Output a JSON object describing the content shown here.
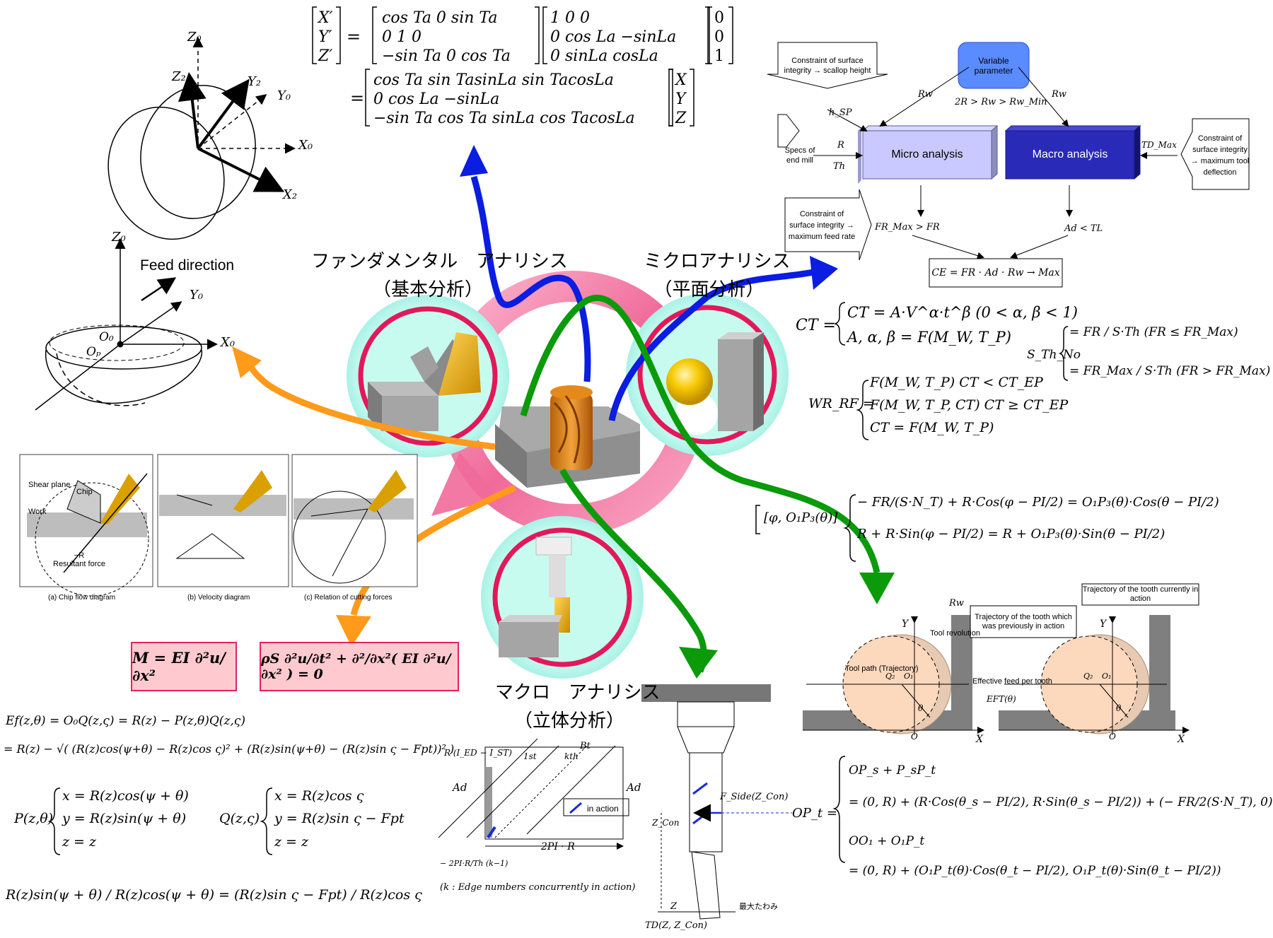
{
  "center": {
    "fundamental_title": "ファンダメンタル　アナリシス",
    "fundamental_sub": "（基本分析）",
    "micro_title": "ミクロアナリシス",
    "micro_sub": "（平面分析）",
    "macro_title": "マクロ　アナリシス",
    "macro_sub": "（立体分析）"
  },
  "coords": {
    "z0": "Z₀",
    "z2": "Z₂",
    "y2": "Y₂",
    "y0": "Y₀",
    "x0": "X₀",
    "x2": "X₂",
    "z0b": "Z₀",
    "y0b": "Y₀",
    "x0b": "X₀",
    "o0": "O₀",
    "op": "Oₚ",
    "feed": "Feed direction"
  },
  "matrix": {
    "lhs": "[X′ Y′ Z′]ᵀ =",
    "row1": "cos Ta   0   sin Ta",
    "row2": "0   1   0",
    "row3": "−sin Ta   0   cos Ta",
    "r2row1": "1   0   0",
    "r2row2": "0   cos La   −sinLa",
    "r2row3": "0   sinLa   cosLa",
    "vec": "0 0 1",
    "line2a": "cos Ta    sin TasinLa    sin TacosLa",
    "line2b": "0    cos La    −sinLa",
    "line2c": "−sin Ta    cos Ta sinLa    cos TacosLa",
    "vec2": "X Y Z"
  },
  "flow": {
    "constraint1": "Constraint of surface integrity → scallop height",
    "variable": "Variable parameter",
    "specs": "Specs of end mill",
    "micro": "Micro analysis",
    "macro": "Macro analysis",
    "constraint2": "Constraint of surface integrity → maximum feed rate",
    "constraint3": "Constraint of surface integrity → maximum tool deflection",
    "rw_left": "Rw",
    "rw_right": "Rw",
    "rw_cond": "2R > Rw > Rw_Min",
    "hsp": "h_SP",
    "r": "R",
    "th": "Th",
    "tdmax": "TD_Max",
    "fr": "FR_Max >  FR",
    "ad": "Ad  < TL",
    "ce": "CE = FR · Ad · Rw → Max"
  },
  "eqs": {
    "ct1": "CT = A·V^α·t^β   (0 < α, β < 1)",
    "ct2": "A, α, β = F(M_W, T_P)",
    "sth": "S_Th_No",
    "sth1": "= FR / S·Th   (FR ≤ FR_Max)",
    "sth2": "= FR_Max / S·Th   (FR > FR_Max)",
    "wr": "WR_RF =",
    "wr1": "F(M_W, T_P)        CT < CT_EP",
    "wr2": "F(M_W, T_P, CT)   CT ≥ CT_EP",
    "wr3": "CT = F(M_W, T_P)",
    "phi": "[φ, O₁P₃(θ)]",
    "phi1": "− FR/(S·N_T) + R·Cos(φ − PI/2) = O₁P₃(θ)·Cos(θ − PI/2)",
    "phi2": "R + R·Sin(φ − PI/2) = R + O₁P₃(θ)·Sin(θ − PI/2)"
  },
  "cut": {
    "shear": "Shear plane",
    "chip": "Chip",
    "work": "Work",
    "result": "−R\nResultant force",
    "cap_a": "(a) Chip flow diagram",
    "cap_b": "(b) Velocity diagram",
    "cap_c": "(c) Relation of cutting forces"
  },
  "formulas": {
    "m": "M = EI ∂²u/∂x²",
    "rho": "ρS ∂²u/∂t² + ∂²/∂x²( EI ∂²u/∂x² ) = 0"
  },
  "bottom_left": {
    "ef": "Ef(z,θ) = O₀Q(z,ς) = R(z) − P(z,θ)Q(z,ς)",
    "ef2": "= R(z) − √( (R(z)cos(ψ+θ) − R(z)cos ς)² + (R(z)sin(ψ+θ) − (R(z)sin ς − Fpt))² )",
    "p": "P(z,θ)",
    "p1": "x = R(z)cos(ψ + θ)",
    "p2": "y = R(z)sin(ψ + θ)",
    "p3": "z = z",
    "q": "Q(z,ς)",
    "q1": "x = R(z)cos ς",
    "q2": "y = R(z)sin ς − Fpt",
    "q3": "z = z",
    "last": "R(z)sin(ψ + θ) / R(z)cos(ψ + θ) = (R(z)sin ς − Fpt) / R(z)cos ς"
  },
  "macro_fig": {
    "ridst": "R·(I_ED − I_ST)",
    "first": "1st",
    "kth": "kth",
    "bt": "Bt",
    "ad": "Ad",
    "ad2": "Ad",
    "inaction": "in action",
    "twopi": "2PI · R",
    "neg": "− 2PI·R/Th  (k−1)",
    "knote": "(k : Edge numbers concurrently in action)",
    "fside": "F_Side(Z_Con)",
    "zcon": "Z_Con",
    "z": "Z",
    "td": "TD(Z, Z_Con)",
    "maxdef": "最大たわみ"
  },
  "micro_fig": {
    "rw": "Rw",
    "traj_prev": "Trajectory of the tooth which was previously in action",
    "traj_cur": "Trajectory of the tooth currently in action",
    "tool_rev": "Tool revolution",
    "tool_path": "Tool path (Trajectory)",
    "eff": "Effective feed per tooth",
    "eft": "EFT(θ)",
    "y": "Y",
    "x": "X",
    "o": "O",
    "y2": "Y",
    "x2": "X",
    "o2": "O",
    "q2": "Q₂",
    "o1": "O₁",
    "theta": "θ",
    "q2b": "Q₂",
    "o1b": "O₁",
    "thetab": "θ"
  },
  "op": {
    "lhs": "OP_t =",
    "l1": "OP_s + P_sP_t",
    "l2": "= (0, R) + (R·Cos(θ_s − PI/2), R·Sin(θ_s − PI/2)) + (− FR/2(S·N_T), 0)",
    "l3": "OO₁ + O₁P_t",
    "l4": "= (0, R) + (O₁P_t(θ)·Cos(θ_t − PI/2), O₁P_t(θ)·Sin(θ_t − PI/2))"
  },
  "colors": {
    "blue_arrow": "#0a1de0",
    "green_arrow": "#0a9a0a",
    "orange_arrow": "#ff9a1a",
    "ring": "#f06a9a",
    "circle_fill": "#c8fbf0",
    "circle_border": "#e2185a"
  }
}
